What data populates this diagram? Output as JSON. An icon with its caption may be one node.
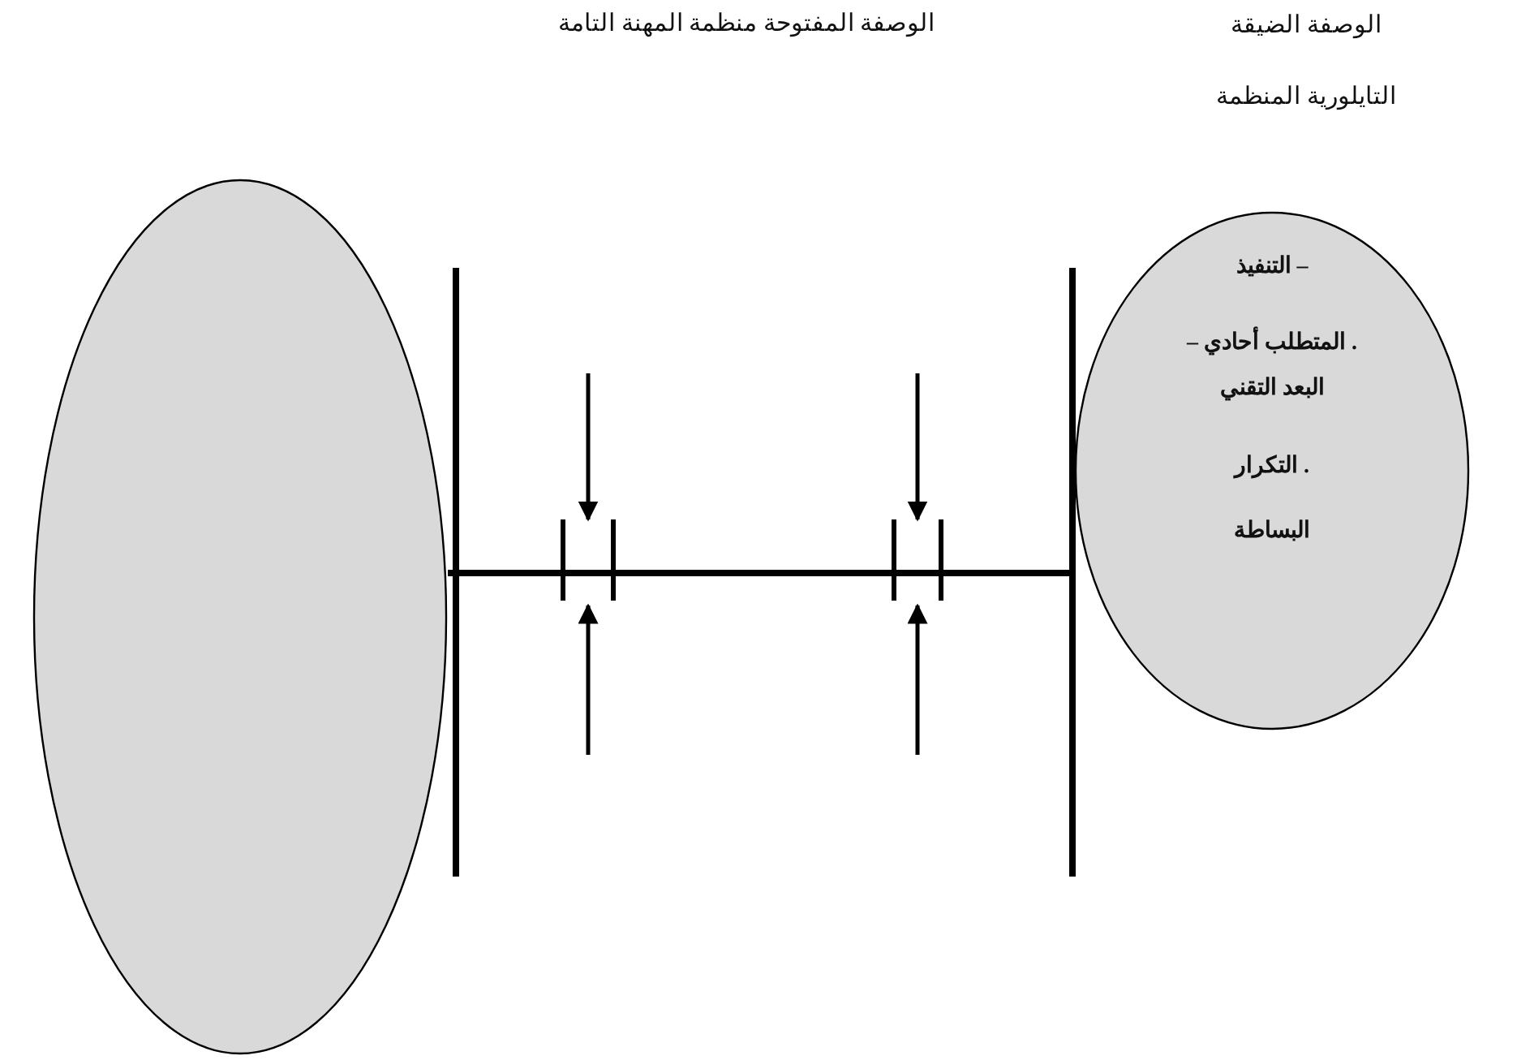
{
  "diagram": {
    "nodes": [
      {
        "text": [],
        "shape": "ellipse"
      },
      {
        "text": [
          "– التنفيذ",
          ". المتطلب أحادي –",
          "البعد التقني",
          ". التكرار",
          "البساطة"
        ]
      }
    ],
    "edges": [
      {
        "from": 0,
        "to": 1,
        "arrow": "none"
      }
    ],
    "labels": [
      "الوصفة المفتوحة منظمة المهنة التامة",
      "الوصفة الضيقة التايلورية المنظمة"
    ]
  }
}
